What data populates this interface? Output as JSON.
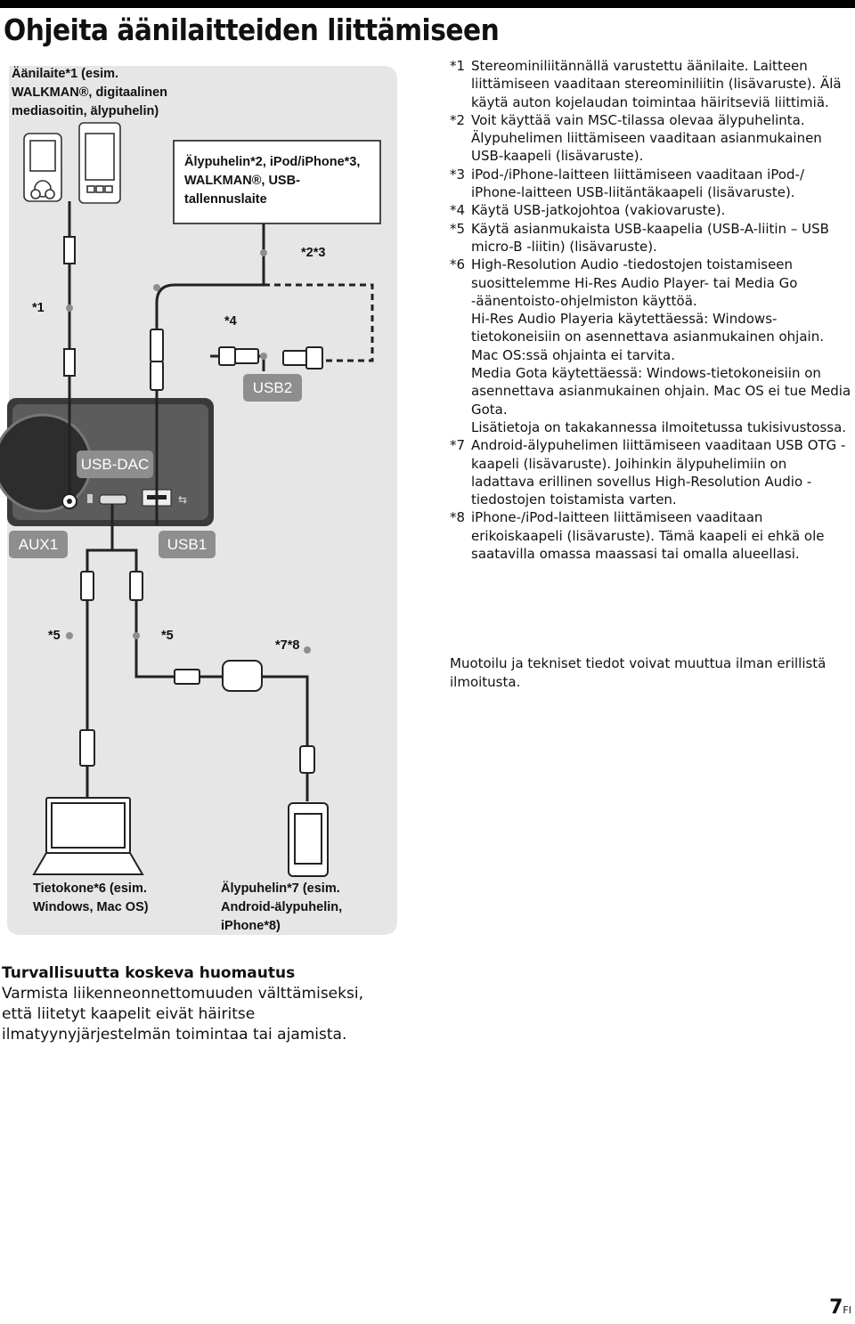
{
  "title": "Ohjeita äänilaitteiden liittämiseen",
  "diagram": {
    "device_audio": "Äänilaite*1 (esim. WALKMAN®, digitaalinen mediasoitin, älypuhelin)",
    "device_phone": "Älypuhelin*2, iPod/iPhone*3, WALKMAN®, USB-tallennuslaite",
    "device_computer": "Tietokone*6 (esim. Windows, Mac OS)",
    "device_android": "Älypuhelin*7 (esim. Android-älypuhelin, iPhone*8)",
    "ref_1": "*1",
    "ref_4": "*4",
    "ref_23": "*2*3",
    "ref_5a": "*5",
    "ref_5b": "*5",
    "ref_78": "*7*8",
    "port_usb2": "USB2",
    "port_usbdac": "USB-DAC",
    "port_aux1": "AUX1",
    "port_usb1": "USB1"
  },
  "notes": [
    {
      "ref": "*1",
      "text": "Stereominiliitännällä varustettu äänilaite. Laitteen liittämiseen vaaditaan stereominiliitin (lisävaruste). Älä käytä auton kojelaudan toimintaa häiritseviä liittimiä."
    },
    {
      "ref": "*2",
      "text": "Voit käyttää vain MSC-tilassa olevaa älypuhelinta. Älypuhelimen liittämiseen vaaditaan asianmukainen USB-kaapeli (lisävaruste)."
    },
    {
      "ref": "*3",
      "text": "iPod-/iPhone-laitteen liittämiseen vaaditaan iPod-/ iPhone-laitteen USB-liitäntäkaapeli (lisävaruste)."
    },
    {
      "ref": "*4",
      "text": "Käytä USB-jatkojohtoa (vakiovaruste)."
    },
    {
      "ref": "*5",
      "text": "Käytä asianmukaista USB-kaapelia (USB-A-liitin – USB micro-B -liitin) (lisävaruste)."
    },
    {
      "ref": "*6",
      "text": "High-Resolution Audio -tiedostojen toistamiseen suosittelemme Hi-Res Audio Player- tai Media Go -äänentoisto-ohjelmiston käyttöä.",
      "extra": [
        "Hi-Res Audio Playeria käytettäessä: Windows-tietokoneisiin on asennettava asianmukainen ohjain. Mac OS:ssä ohjainta ei tarvita.",
        "Media Gota käytettäessä: Windows-tietokoneisiin on asennettava asianmukainen ohjain. Mac OS ei tue Media Gota.",
        "Lisätietoja on takakannessa ilmoitetussa tukisivustossa."
      ]
    },
    {
      "ref": "*7",
      "text": "Android-älypuhelimen liittämiseen vaaditaan USB OTG -kaapeli (lisävaruste). Joihinkin älypuhelimiin on ladattava erillinen sovellus High-Resolution Audio -tiedostojen toistamista varten."
    },
    {
      "ref": "*8",
      "text": "iPhone-/iPod-laitteen liittämiseen vaaditaan erikoiskaapeli (lisävaruste). Tämä kaapeli ei ehkä ole saatavilla omassa maassasi tai omalla alueellasi."
    }
  ],
  "disclaimer": "Muotoilu ja tekniset tiedot voivat muuttua ilman erillistä ilmoitusta.",
  "safety": {
    "heading": "Turvallisuutta koskeva huomautus",
    "text": "Varmista liikenneonnettomuuden välttämiseksi, että liitetyt kaapelit eivät häiritse ilmatyynyjärjestelmän toimintaa tai ajamista."
  },
  "page": {
    "number": "7",
    "lang": "FI"
  }
}
